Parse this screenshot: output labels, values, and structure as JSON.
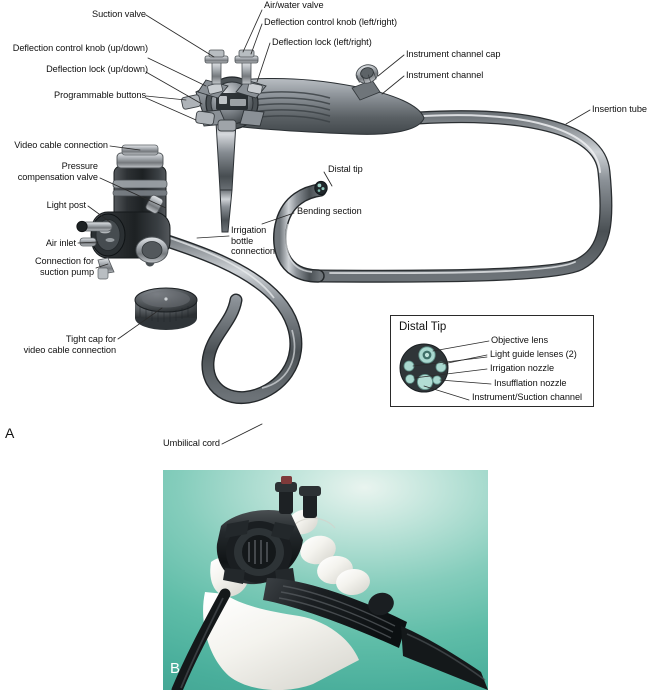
{
  "figure": {
    "panels": [
      {
        "letter": "A",
        "caption": ""
      },
      {
        "letter": "B",
        "caption": ""
      }
    ]
  },
  "panel_a": {
    "labels": [
      {
        "id": "suction-valve",
        "text": "Suction valve",
        "align": "right"
      },
      {
        "id": "deflection-knob-updown",
        "text": "Deflection control knob (up/down)",
        "align": "right"
      },
      {
        "id": "deflection-lock-updown",
        "text": "Deflection lock (up/down)",
        "align": "right"
      },
      {
        "id": "programmable-buttons",
        "text": "Programmable buttons",
        "align": "right"
      },
      {
        "id": "air-water-valve",
        "text": "Air/water valve",
        "align": "left"
      },
      {
        "id": "deflection-knob-leftright",
        "text": "Deflection control knob (left/right)",
        "align": "left"
      },
      {
        "id": "deflection-lock-leftright",
        "text": "Deflection lock (left/right)",
        "align": "left"
      },
      {
        "id": "instrument-channel-cap",
        "text": "Instrument channel cap",
        "align": "left"
      },
      {
        "id": "instrument-channel",
        "text": "Instrument channel",
        "align": "left"
      },
      {
        "id": "insertion-tube",
        "text": "Insertion tube",
        "align": "left"
      },
      {
        "id": "video-cable-connection",
        "text": "Video cable connection",
        "align": "right"
      },
      {
        "id": "pressure-compensation-valve",
        "text": "Pressure\ncompensation valve",
        "align": "right"
      },
      {
        "id": "light-post",
        "text": "Light post",
        "align": "right"
      },
      {
        "id": "air-inlet",
        "text": "Air inlet",
        "align": "right"
      },
      {
        "id": "connection-suction-pump",
        "text": "Connection for\nsuction pump",
        "align": "right"
      },
      {
        "id": "tight-cap-video-cable",
        "text": "Tight cap for\nvideo cable connection",
        "align": "right"
      },
      {
        "id": "irrigation-bottle-connection",
        "text": "Irrigation\nbottle\nconnection",
        "align": "left"
      },
      {
        "id": "distal-tip",
        "text": "Distal tip",
        "align": "left"
      },
      {
        "id": "bending-section",
        "text": "Bending section",
        "align": "left"
      },
      {
        "id": "umbilical-cord",
        "text": "Umbilical cord",
        "align": "right"
      }
    ]
  },
  "inset": {
    "title": "Distal Tip",
    "callouts": [
      {
        "id": "objective-lens",
        "text": "Objective lens"
      },
      {
        "id": "light-guide-lenses",
        "text": "Light guide lenses (2)"
      },
      {
        "id": "irrigation-nozzle",
        "text": "Irrigation nozzle"
      },
      {
        "id": "insufflation-nozzle",
        "text": "Insufflation nozzle"
      },
      {
        "id": "instrument-suction-channel",
        "text": "Instrument/Suction channel"
      }
    ]
  },
  "colors": {
    "line": "#2a2a2a",
    "text": "#111111",
    "scope_dark": "#3b3f42",
    "scope_mid": "#8a9096",
    "scope_light": "#d7dade",
    "tip_body": "#2f3538",
    "tip_teal": "#a9d8cf",
    "photo_bg_light": "#e9f4ef",
    "photo_bg_deep": "#3f9e8d",
    "glove_white": "#f2f1ec",
    "scope_black": "#15181a"
  }
}
